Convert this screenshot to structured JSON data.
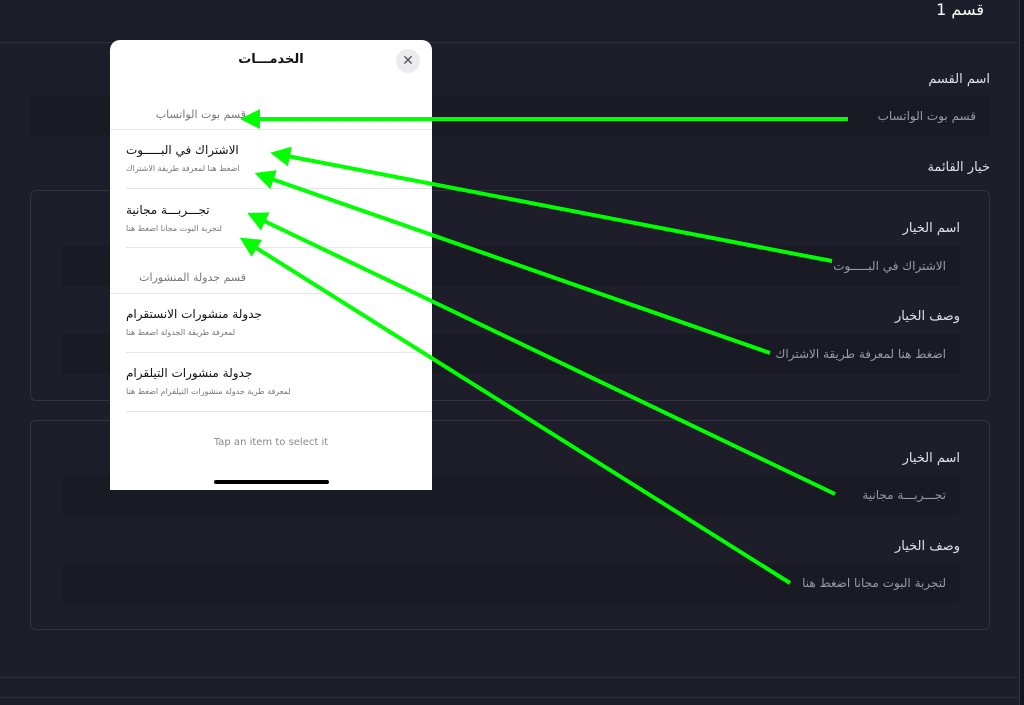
{
  "header": {
    "title": "قسم 1"
  },
  "form": {
    "section_name_label": "اسم القسم",
    "section_name_value": "قسم بوت الواتساب",
    "menu_option_label": "خيار القائمة",
    "options": [
      {
        "name_label": "اسم الخيار",
        "name_value": "الاشتراك في البـــــوت",
        "desc_label": "وصف الخيار",
        "desc_value": "اضغط هنا لمعرفة طريقة الاشتراك"
      },
      {
        "name_label": "اسم الخيار",
        "name_value": "تجـــربـــة مجانية",
        "desc_label": "وصف الخيار",
        "desc_value": "لتجربة البوت مجانا اضغط هنا"
      }
    ]
  },
  "modal": {
    "title": "الخدمـــات",
    "close_icon": "close-icon",
    "sections": [
      {
        "title": "قسم بوت الواتساب",
        "items": [
          {
            "title": "الاشتراك في البـــــوت",
            "subtitle": "اضغط هنا لمعرفة طريقة الاشتراك"
          },
          {
            "title": "تجـــربـــة مجانية",
            "subtitle": "لتجربة البوت مجانا اضغط هنا"
          }
        ]
      },
      {
        "title": "قسم جدولة المنشورات",
        "items": [
          {
            "title": "جدولة منشورات الانستقرام",
            "subtitle": "لمعرفة طريقة الجدولة اضغط هنا"
          },
          {
            "title": "جدولة منشورات التيلقرام",
            "subtitle": "لمعرفة طرية جدولة منشورات التيلقرام اضغط هنا"
          }
        ]
      }
    ],
    "footer": "Tap an item to select it"
  },
  "annotation_color": "#00ff00"
}
